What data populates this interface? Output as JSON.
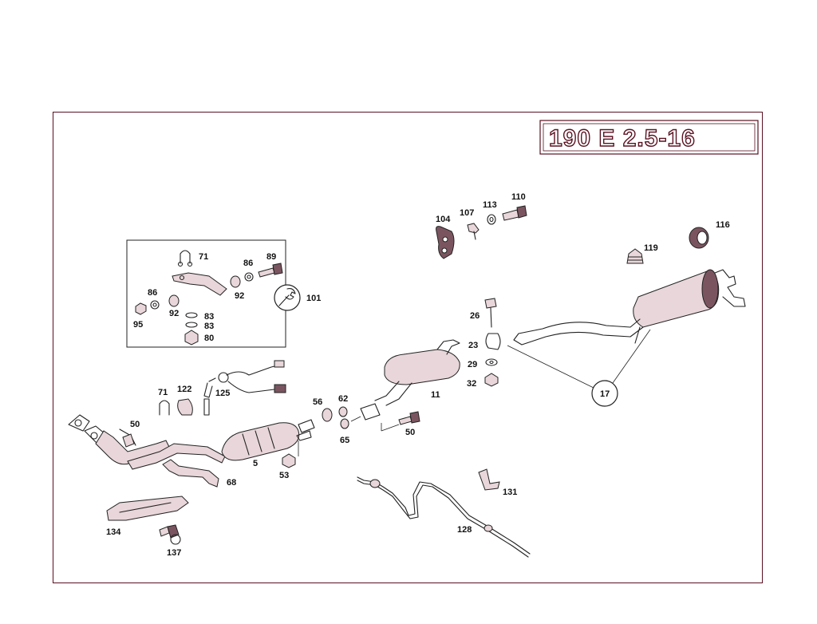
{
  "badge": {
    "text": "190 E 2.5-16"
  },
  "colors": {
    "frame": "#5a1020",
    "ink": "#222222",
    "shade": "#e8d6da"
  },
  "labels": {
    "l71a": "71",
    "l89": "89",
    "l86a": "86",
    "l92a": "92",
    "l86b": "86",
    "l92b": "92",
    "l95": "95",
    "l83a": "83",
    "l83b": "83",
    "l80": "80",
    "l101": "101",
    "l104": "104",
    "l107": "107",
    "l113": "113",
    "l110": "110",
    "l116": "116",
    "l119": "119",
    "l26": "26",
    "l23": "23",
    "l29": "29",
    "l32": "32",
    "l17": "17",
    "l11": "11",
    "l125": "125",
    "l71b": "71",
    "l122": "122",
    "l50a": "50",
    "l56": "56",
    "l62": "62",
    "l65": "65",
    "l50b": "50",
    "l5": "5",
    "l53": "53",
    "l68": "68",
    "l134": "134",
    "l137": "137",
    "l131": "131",
    "l128": "128"
  }
}
